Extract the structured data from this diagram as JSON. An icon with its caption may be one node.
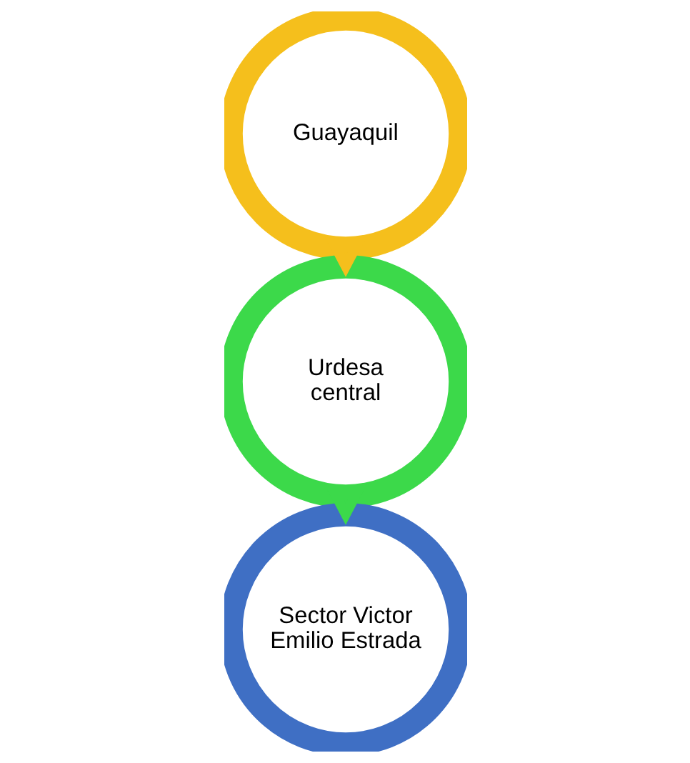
{
  "diagram": {
    "nodes": [
      {
        "text": [
          "Guayaquil"
        ]
      },
      {
        "text": [
          "Urdesa central"
        ]
      },
      {
        "text": [
          "Sector Victor Emilio Estrada"
        ]
      }
    ],
    "edges": [
      {
        "from": 0,
        "to": 1,
        "arrow": "to"
      },
      {
        "from": 1,
        "to": 2,
        "arrow": "to"
      }
    ]
  }
}
